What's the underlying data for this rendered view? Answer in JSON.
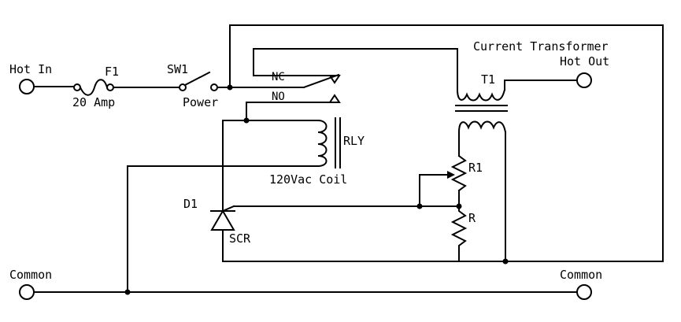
{
  "labels": {
    "hot_in": "Hot In",
    "fuse_ref": "F1",
    "fuse_rating": "20 Amp",
    "switch_ref": "SW1",
    "switch_name": "Power",
    "nc": "NC",
    "no": "NO",
    "relay_ref": "RLY",
    "coil_rating": "120Vac Coil",
    "ct_title": "Current Transformer",
    "hot_out": "Hot Out",
    "transformer_ref": "T1",
    "pot_ref": "R1",
    "resistor_ref": "R",
    "diode_ref": "D1",
    "scr_label": "SCR",
    "common_left": "Common",
    "common_right": "Common"
  }
}
